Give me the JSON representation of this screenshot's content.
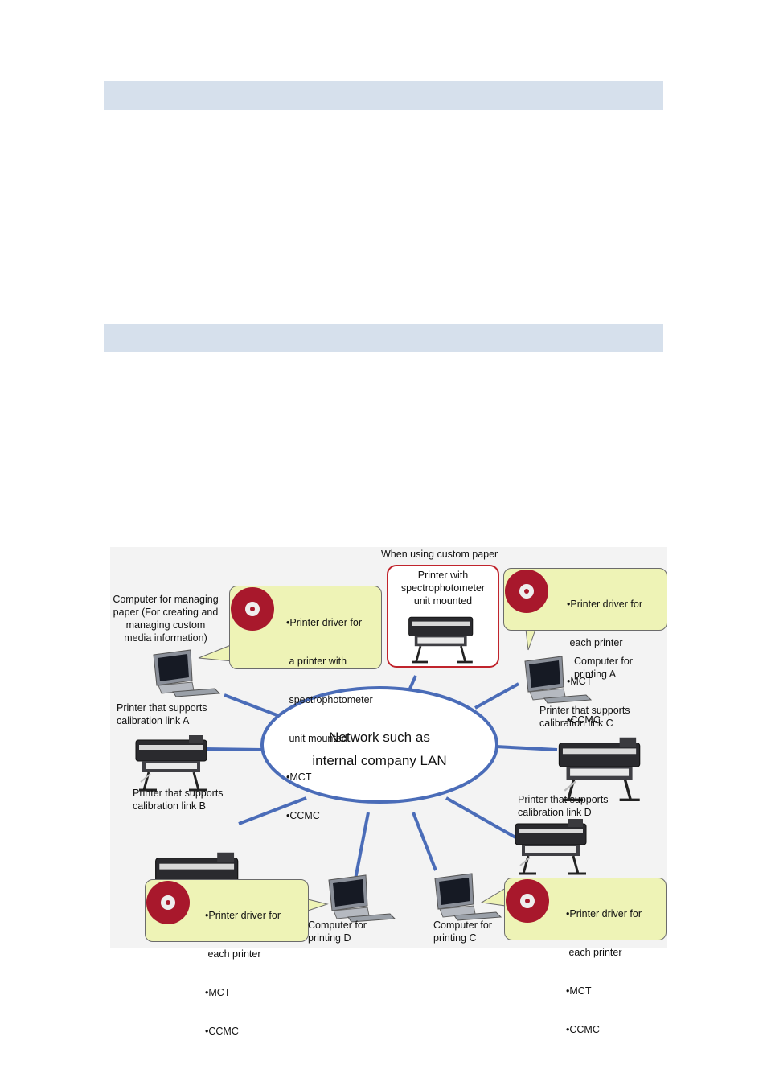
{
  "header_bars": [
    {
      "label": ""
    },
    {
      "label": ""
    }
  ],
  "diagram": {
    "custom_paper_caption": "When using custom paper",
    "network_label_line1": "Network such as",
    "network_label_line2": "internal company LAN",
    "spectro_printer": {
      "line1": "Printer with",
      "line2": "spectrophotometer",
      "line3": "unit mounted"
    },
    "managing_computer": {
      "line1": "Computer for managing",
      "line2": "paper (For creating and",
      "line3": "managing custom",
      "line4": "media information)"
    },
    "managing_bubble": {
      "line1": "•Printer driver for",
      "line2": " a printer with",
      "line3": " spectrophotometer",
      "line4": " unit mounted",
      "line5": "•MCT",
      "line6": "•CCMC"
    },
    "each_printer_bubble": {
      "line1": "•Printer driver for",
      "line2": " each printer",
      "line3": "•MCT",
      "line4": "•CCMC"
    },
    "computer_a": {
      "line1": "Computer for",
      "line2": "printing A"
    },
    "computer_c": {
      "line1": "Computer for",
      "line2": "printing C"
    },
    "computer_d": {
      "line1": "Computer for",
      "line2": "printing D"
    },
    "printer_a": {
      "line1": "Printer that supports",
      "line2": "calibration link A"
    },
    "printer_b": {
      "line1": "Printer that supports",
      "line2": "calibration link B"
    },
    "printer_c": {
      "line1": "Printer that supports",
      "line2": "calibration link C"
    },
    "printer_d": {
      "line1": "Printer that supports",
      "line2": "calibration link D"
    },
    "colors": {
      "network_line": "#4a6cb8",
      "bubble_fill": "#eef3b6",
      "highlight_border": "#c0242c",
      "cd_red": "#a8182c"
    }
  }
}
